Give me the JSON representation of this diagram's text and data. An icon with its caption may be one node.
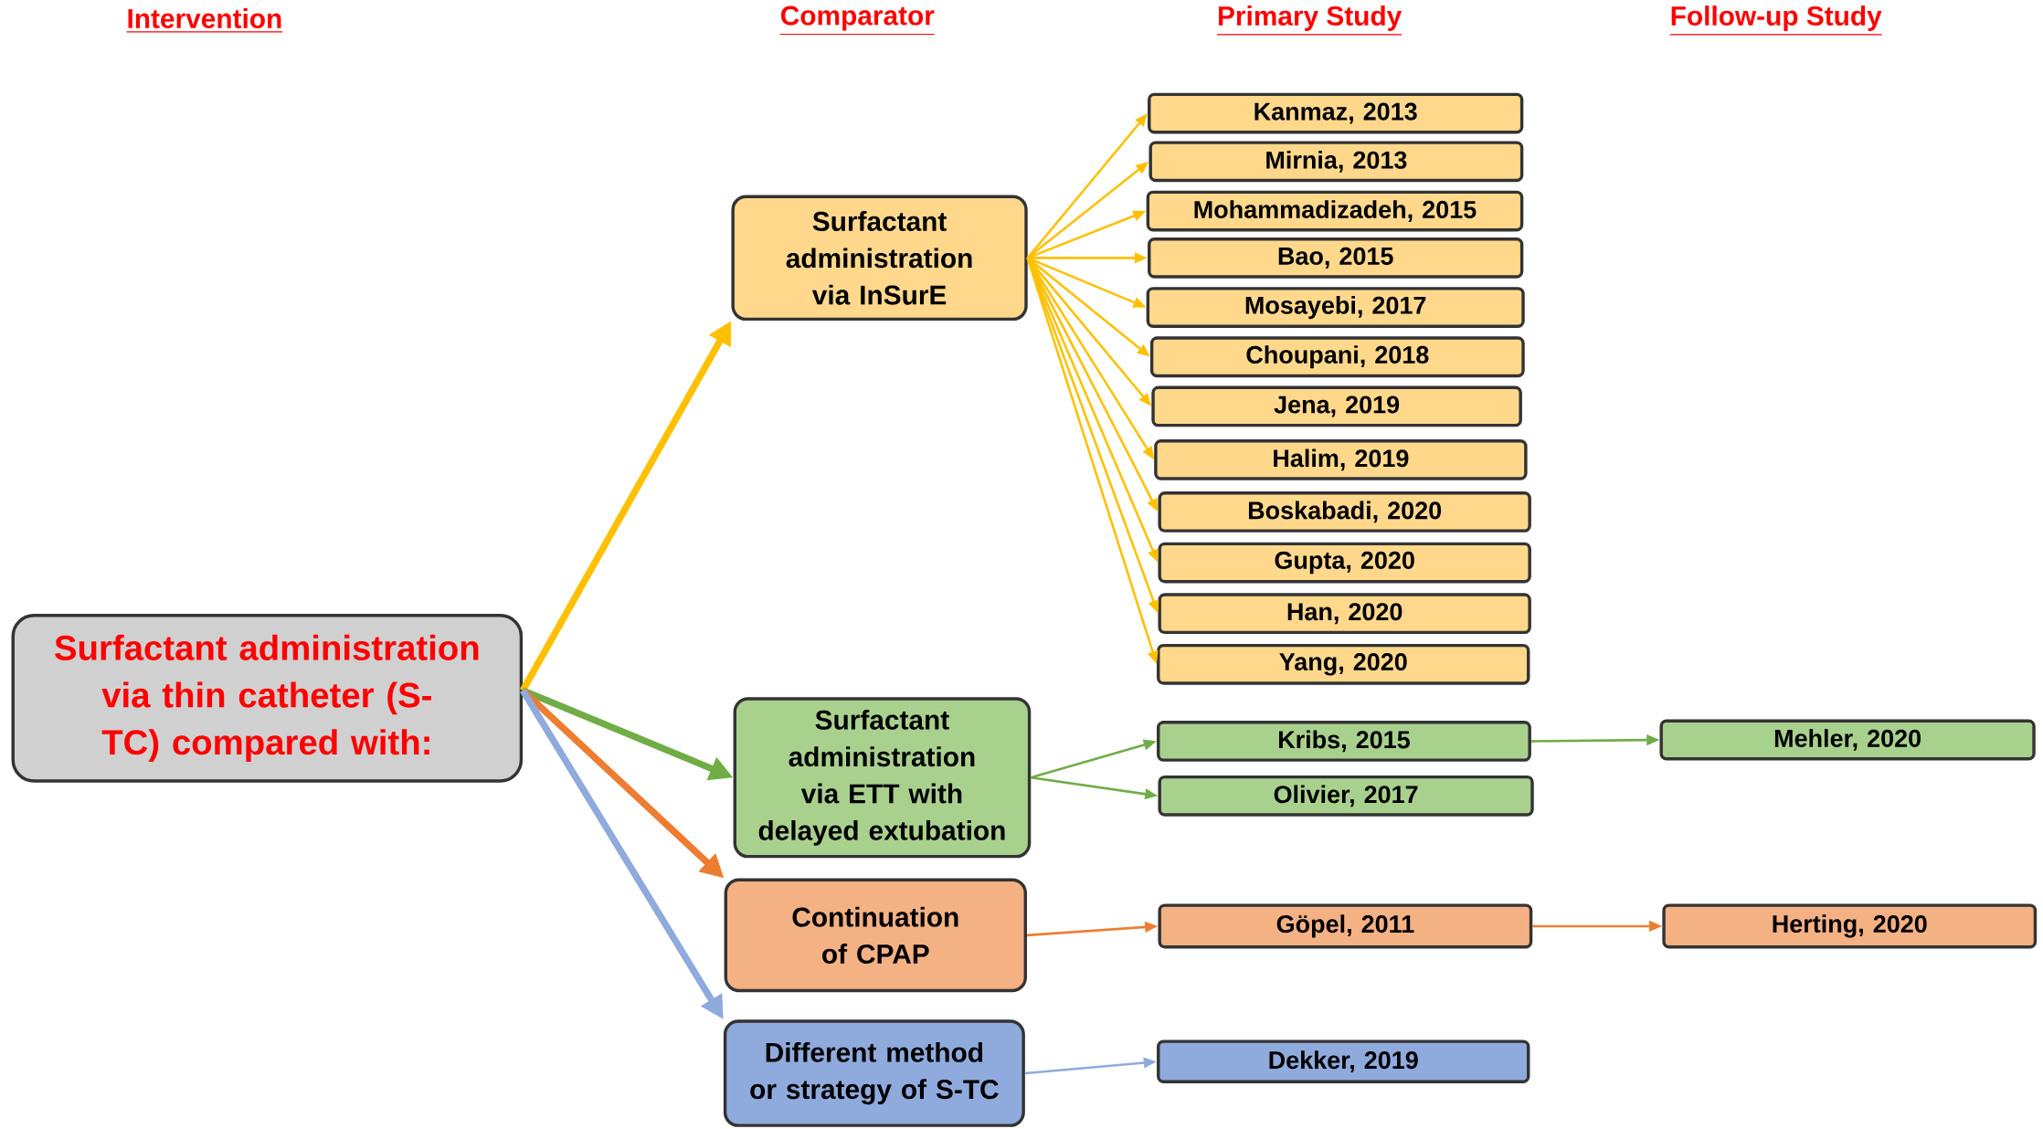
{
  "diagram": {
    "nodes": [
      {
        "text": [
          "Surfactant administration via thin catheter (S-TC) compared with:"
        ]
      },
      {
        "text": [
          "Surfactant administration via InSurE"
        ]
      },
      {
        "text": [
          "Surfactant administration via ETT with delayed extubation"
        ]
      },
      {
        "text": [
          "Continuation of CPAP"
        ]
      },
      {
        "text": [
          "Different method or strategy of S-TC"
        ]
      },
      {
        "text": [
          "Kanmaz, 2013"
        ]
      },
      {
        "text": [
          "Mirnia, 2013"
        ]
      },
      {
        "text": [
          "Mohammadizadeh, 2015"
        ]
      },
      {
        "text": [
          "Bao, 2015"
        ]
      },
      {
        "text": [
          "Mosayebi, 2017"
        ]
      },
      {
        "text": [
          "Choupani, 2018"
        ]
      },
      {
        "text": [
          "Jena, 2019"
        ]
      },
      {
        "text": [
          "Halim, 2019"
        ]
      },
      {
        "text": [
          "Boskabadi, 2020"
        ]
      },
      {
        "text": [
          "Gupta, 2020"
        ]
      },
      {
        "text": [
          "Han, 2020"
        ]
      },
      {
        "text": [
          "Yang, 2020"
        ]
      },
      {
        "text": [
          "Kribs, 2015"
        ]
      },
      {
        "text": [
          "Olivier, 2017"
        ]
      },
      {
        "text": [
          "Mehler, 2020"
        ]
      },
      {
        "text": [
          "Göpel, 2011"
        ]
      },
      {
        "text": [
          "Herting, 2020"
        ]
      },
      {
        "text": [
          "Dekker, 2019"
        ]
      }
    ],
    "edges": [
      {
        "from": 0,
        "to": 1,
        "arrow": "to",
        "style": "thick"
      },
      {
        "from": 0,
        "to": 2,
        "arrow": "to",
        "style": "thick",
        "color": "#70ad47"
      },
      {
        "from": 0,
        "to": 3,
        "arrow": "to",
        "style": "thick",
        "color": "#ed7d31"
      },
      {
        "from": 0,
        "to": 4,
        "arrow": "to",
        "style": "thick",
        "color": "#8faadc"
      },
      {
        "from": 1,
        "to": 5,
        "arrow": "to"
      },
      {
        "from": 1,
        "to": 6,
        "arrow": "to"
      },
      {
        "from": 1,
        "to": 7,
        "arrow": "to"
      },
      {
        "from": 1,
        "to": 8,
        "arrow": "to"
      },
      {
        "from": 1,
        "to": 9,
        "arrow": "to"
      },
      {
        "from": 1,
        "to": 10,
        "arrow": "to"
      },
      {
        "from": 1,
        "to": 11,
        "arrow": "to"
      },
      {
        "from": 1,
        "to": 12,
        "arrow": "to"
      },
      {
        "from": 1,
        "to": 13,
        "arrow": "to"
      },
      {
        "from": 1,
        "to": 14,
        "arrow": "to"
      },
      {
        "from": 1,
        "to": 15,
        "arrow": "to"
      },
      {
        "from": 1,
        "to": 16,
        "arrow": "to"
      },
      {
        "from": 2,
        "to": 17,
        "arrow": "to",
        "color": "#70ad47"
      },
      {
        "from": 2,
        "to": 18,
        "arrow": "to",
        "color": "#70ad47"
      },
      {
        "from": 17,
        "to": 19,
        "arrow": "to",
        "color": "#70ad47"
      },
      {
        "from": 3,
        "to": 20,
        "arrow": "to",
        "color": "#ed7d31"
      },
      {
        "from": 20,
        "to": 21,
        "arrow": "to",
        "color": "#ed7d31"
      },
      {
        "from": 4,
        "to": 22,
        "arrow": "to",
        "color": "#8faadc"
      }
    ],
    "labels": [
      "Intervention",
      "Comparator",
      "Primary Study",
      "Follow-up Study"
    ]
  }
}
